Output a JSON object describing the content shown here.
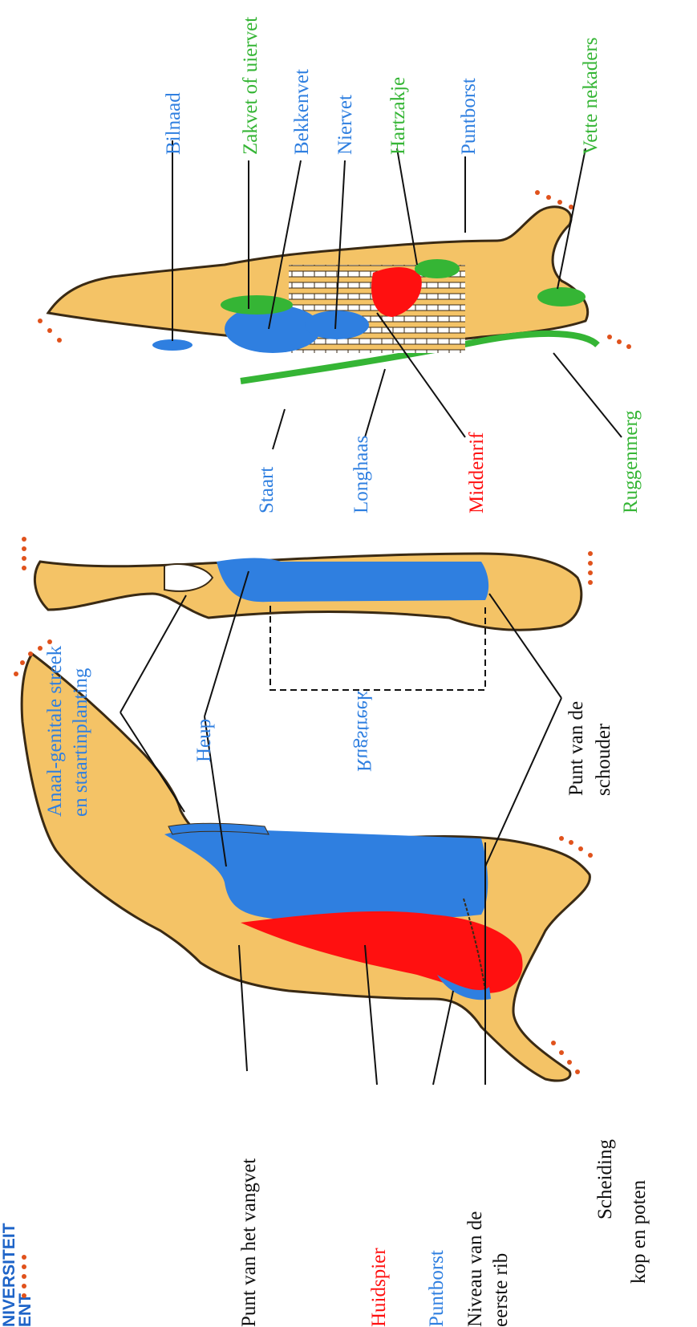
{
  "colors": {
    "carcass": "#f4c366",
    "carcass_outline": "#3a2a14",
    "blue": "#2f7fe0",
    "green": "#35b535",
    "red": "#ff1010",
    "cut_dots": "#e0521c",
    "bone": "#ffffff"
  },
  "logo": {
    "line1": "NIVERSITEIT",
    "line2": "ENT"
  },
  "legend": {
    "line1": "Scheiding",
    "line2": "kop en  poten",
    "icon": "dotted-cut-line"
  },
  "left_panel": {
    "anaal": {
      "line1": "Anaal-genitale streek",
      "line2": "en staartinplanting"
    },
    "heup": "Heup",
    "punt_schouder": {
      "line1": "Punt van de",
      "line2": "schouder"
    },
    "punt_vangvet": "Punt van het vangvet",
    "huidspier": "Huidspier",
    "puntborst": "Puntborst",
    "niveau": {
      "line1": "Niveau van de",
      "line2": "eerste rib"
    }
  },
  "middle_panel": {
    "rugstreek": "Rugstreek"
  },
  "right_panel": {
    "bilnaad": "Bilnaad",
    "zakvet": "Zakvet of uiervet",
    "bekkenvet": "Bekkenvet",
    "niervet": "Niervet",
    "hartzakje": "Hartzakje",
    "puntborst": "Puntborst",
    "vette_nekaders": "Vette nekaders",
    "staart": "Staart",
    "longhaas": "Longhaas",
    "middenrif": "Middenrif",
    "ruggenmerg": "Ruggenmerg"
  }
}
